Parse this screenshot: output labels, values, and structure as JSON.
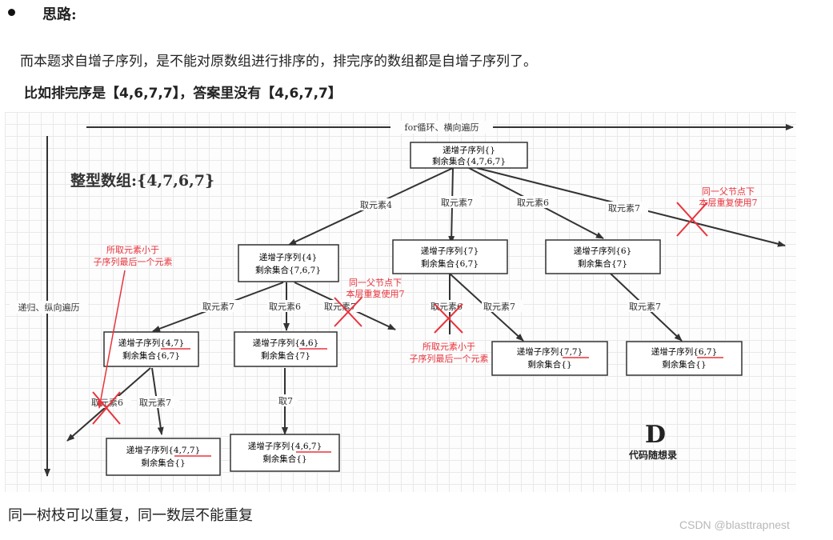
{
  "heading": "思路:",
  "paragraph1": "而本题求自增子序列，是不能对原数组进行排序的，排完序的数组都是自增子序列了。",
  "paragraph2": "比如排完序是【4,6,7,7】，答案里没有【4,6,7,7】",
  "diagram": {
    "top_arrow_label": "for循环、横向遍历",
    "left_arrow_label": "递归、纵向遍历",
    "array_label": "整型数组:{4,7,6,7}",
    "nodes": {
      "root": {
        "line1": "递增子序列{}",
        "line2": "剩余集合{4,7,6,7}"
      },
      "n4": {
        "line1": "递增子序列{4}",
        "line2": "剩余集合{7,6,7}"
      },
      "n7": {
        "line1": "递增子序列{7}",
        "line2": "剩余集合{6,7}"
      },
      "n6": {
        "line1": "递增子序列{6}",
        "line2": "剩余集合{7}"
      },
      "n47": {
        "line1": "递增子序列{4,7}",
        "line2": "剩余集合{6,7}"
      },
      "n46": {
        "line1": "递增子序列{4,6}",
        "line2": "剩余集合{7}"
      },
      "n77": {
        "line1": "递增子序列{7,7}",
        "line2": "剩余集合{}"
      },
      "n67": {
        "line1": "递增子序列{6,7}",
        "line2": "剩余集合{}"
      },
      "n477": {
        "line1": "递增子序列{4,7,7}",
        "line2": "剩余集合{}"
      },
      "n467": {
        "line1": "递增子序列{4,6,7}",
        "line2": "剩余集合{}"
      }
    },
    "edge_labels": {
      "root_take4": "取元素4",
      "root_take7a": "取元素7",
      "root_take6": "取元素6",
      "root_take7b": "取元素7",
      "n4_take7": "取元素7",
      "n4_take6": "取元素6",
      "n4_take7b": "取元素7",
      "n7_take6": "取元素6",
      "n7_take7": "取元素7",
      "n6_take7": "取元素7",
      "n47_take6": "取元素6",
      "n47_take7": "取元素7",
      "n46_take7": "取7"
    },
    "annotations": {
      "same_parent_top_1": "同一父节点下",
      "same_parent_top_2": "本层重复使用7",
      "same_parent_mid_1": "同一父节点下",
      "same_parent_mid_2": "本层重复使用7",
      "smaller_left_1": "所取元素小于",
      "smaller_left_2": "子序列最后一个元素",
      "smaller_mid_1": "所取元素小于",
      "smaller_mid_2": "子序列最后一个元素"
    },
    "logo_letter": "D",
    "logo_text": "代码随想录",
    "colors": {
      "annotation": "#e8333c",
      "line": "#333333"
    }
  },
  "bottom_text": "同一树枝可以重复，同一数层不能重复",
  "watermark": "CSDN @blasttrapnest"
}
